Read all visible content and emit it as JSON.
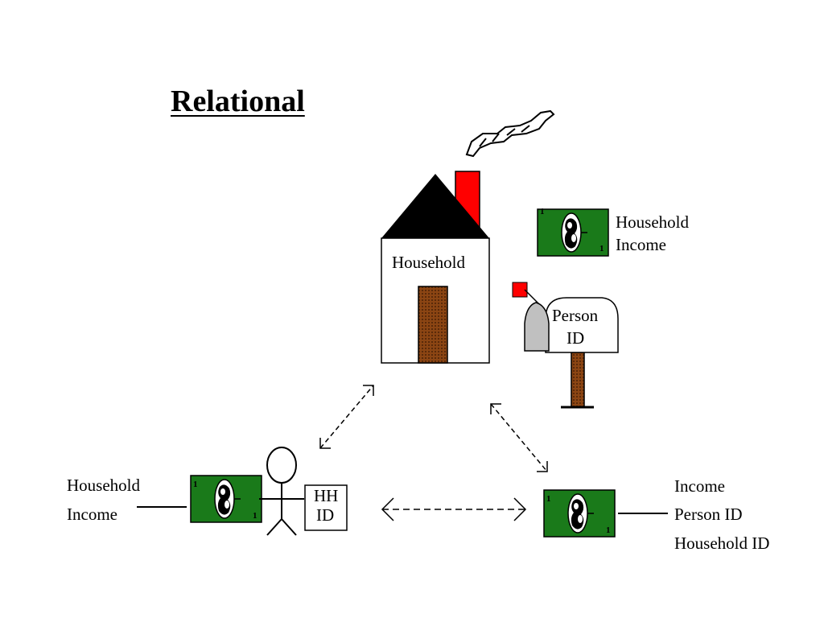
{
  "title": "Relational",
  "colors": {
    "bill_green": "#1a7a1a",
    "chimney_red": "#ff0000",
    "roof": "#000000",
    "door_brown": "#8b4513",
    "mailbox_grey": "#c0c0c0"
  },
  "house": {
    "label": "Household"
  },
  "mailbox": {
    "line1": "Person",
    "line2": "ID"
  },
  "hh_id_box": {
    "line1": "HH",
    "line2": "ID"
  },
  "bill_denomination": "1",
  "top_right_money": {
    "line1": "Household",
    "line2": "Income"
  },
  "left_money": {
    "line1": "Household",
    "line2": "Income"
  },
  "right_money": {
    "line1": "Income",
    "line2": "Person ID",
    "line3": "Household ID"
  },
  "icons": [
    "house-icon",
    "chimney-smoke-icon",
    "mailbox-icon",
    "stick-figure-person-icon",
    "dollar-bill-icon",
    "double-headed-arrow-icon"
  ]
}
